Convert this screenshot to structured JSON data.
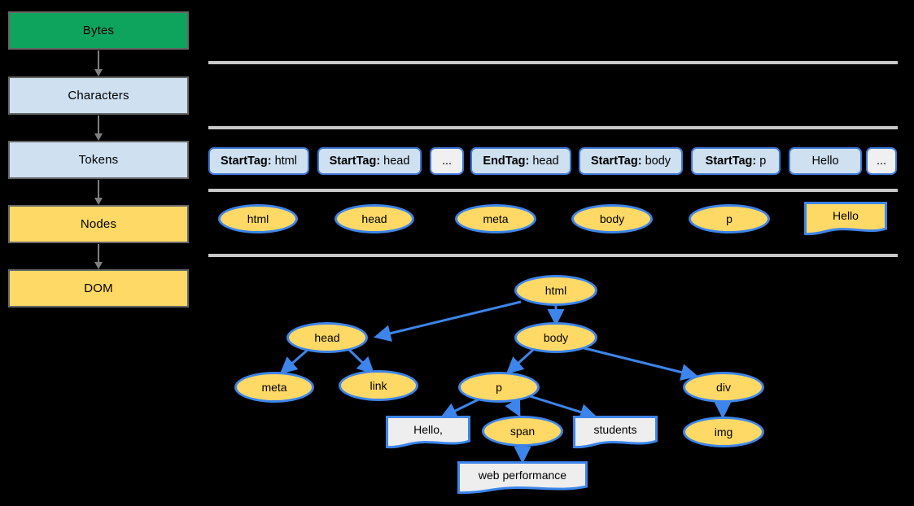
{
  "pipeline": {
    "steps": [
      {
        "label": "Bytes",
        "color": "#0FA45E"
      },
      {
        "label": "Characters",
        "color": "#cfe0f0"
      },
      {
        "label": "Tokens",
        "color": "#cfe0f0"
      },
      {
        "label": "Nodes",
        "color": "#ffd966"
      },
      {
        "label": "DOM",
        "color": "#ffd966"
      }
    ]
  },
  "tokens_row": {
    "items": [
      {
        "prefix": "StartTag:",
        "text": "html",
        "faint": false
      },
      {
        "prefix": "StartTag:",
        "text": "head",
        "faint": false
      },
      {
        "prefix": "",
        "text": "...",
        "faint": true
      },
      {
        "prefix": "EndTag:",
        "text": "head",
        "faint": false
      },
      {
        "prefix": "StartTag:",
        "text": "body",
        "faint": false
      },
      {
        "prefix": "StartTag:",
        "text": "p",
        "faint": false
      },
      {
        "prefix": "",
        "text": "Hello",
        "faint": false
      },
      {
        "prefix": "",
        "text": "...",
        "faint": true
      }
    ]
  },
  "nodes_row": {
    "items": [
      {
        "label": "html",
        "shape": "ellipse"
      },
      {
        "label": "head",
        "shape": "ellipse"
      },
      {
        "label": "meta",
        "shape": "ellipse"
      },
      {
        "label": "body",
        "shape": "ellipse"
      },
      {
        "label": "p",
        "shape": "ellipse"
      },
      {
        "label": "Hello",
        "shape": "document"
      }
    ]
  },
  "dom_tree": {
    "nodes": [
      {
        "id": "html",
        "label": "html",
        "shape": "ellipse"
      },
      {
        "id": "head",
        "label": "head",
        "shape": "ellipse"
      },
      {
        "id": "body",
        "label": "body",
        "shape": "ellipse"
      },
      {
        "id": "meta",
        "label": "meta",
        "shape": "ellipse"
      },
      {
        "id": "link",
        "label": "link",
        "shape": "ellipse"
      },
      {
        "id": "p",
        "label": "p",
        "shape": "ellipse"
      },
      {
        "id": "div",
        "label": "div",
        "shape": "ellipse"
      },
      {
        "id": "hello",
        "label": "Hello,",
        "shape": "document"
      },
      {
        "id": "span",
        "label": "span",
        "shape": "ellipse"
      },
      {
        "id": "students",
        "label": "students",
        "shape": "document"
      },
      {
        "id": "img",
        "label": "img",
        "shape": "ellipse"
      },
      {
        "id": "webperformance",
        "label": "web performance",
        "shape": "document"
      }
    ],
    "edges": [
      {
        "from": "html",
        "to": "head"
      },
      {
        "from": "html",
        "to": "body"
      },
      {
        "from": "head",
        "to": "meta"
      },
      {
        "from": "head",
        "to": "link"
      },
      {
        "from": "body",
        "to": "p"
      },
      {
        "from": "body",
        "to": "div"
      },
      {
        "from": "p",
        "to": "hello"
      },
      {
        "from": "p",
        "to": "span"
      },
      {
        "from": "p",
        "to": "students"
      },
      {
        "from": "div",
        "to": "img"
      },
      {
        "from": "span",
        "to": "webperformance"
      }
    ]
  },
  "colors": {
    "background": "#000000",
    "green": "#0FA45E",
    "light_blue": "#cfe0f0",
    "yellow": "#ffd966",
    "node_border": "#3d85ea",
    "edge": "#3d85ea",
    "separator": "#c8c8c8",
    "flow_arrow": "#7f7f7f",
    "text_node_fill": "#eeeeee"
  }
}
